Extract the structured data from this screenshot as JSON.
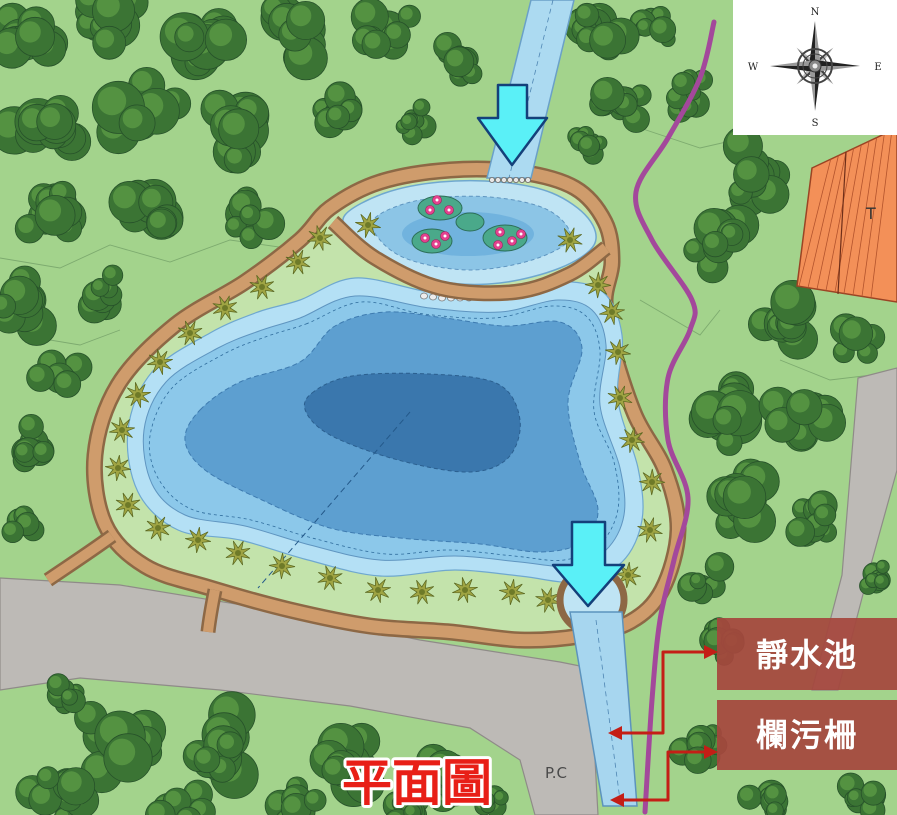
{
  "compass": {
    "icon": "compass-rose-icon",
    "north": "N",
    "east": "E",
    "south": "S",
    "west": "W"
  },
  "callouts": [
    {
      "label": "靜水池",
      "pointer_icon": "double-headed-arrow-icon"
    },
    {
      "label": "欄污柵",
      "pointer_icon": "double-headed-arrow-icon"
    }
  ],
  "title": "平面圖",
  "map_text": {
    "building_marker": "T",
    "site_marker": "P.C"
  },
  "flow_arrow_icon": "flow-down-arrow-icon",
  "colors": {
    "lawn": "#a3d38c",
    "lawn_light": "#c3e3ab",
    "tree_canopy": "#3b7434",
    "road": "#bdbab6",
    "path": "#cf9c6c",
    "path_edge": "#8d6845",
    "pond_shallow": "#b4e0f5",
    "pond_mid": "#8cc8ea",
    "pond_inner": "#5d9fd0",
    "pond_deep": "#3a77ad",
    "flow_arrow": "#5af0f7",
    "boundary_line": "#a3489b",
    "building": "#f39058",
    "callout_box": "#a5473d",
    "callout_text": "#ffffff",
    "callout_pointer": "#c41e16",
    "title_text": "#e81f17"
  }
}
